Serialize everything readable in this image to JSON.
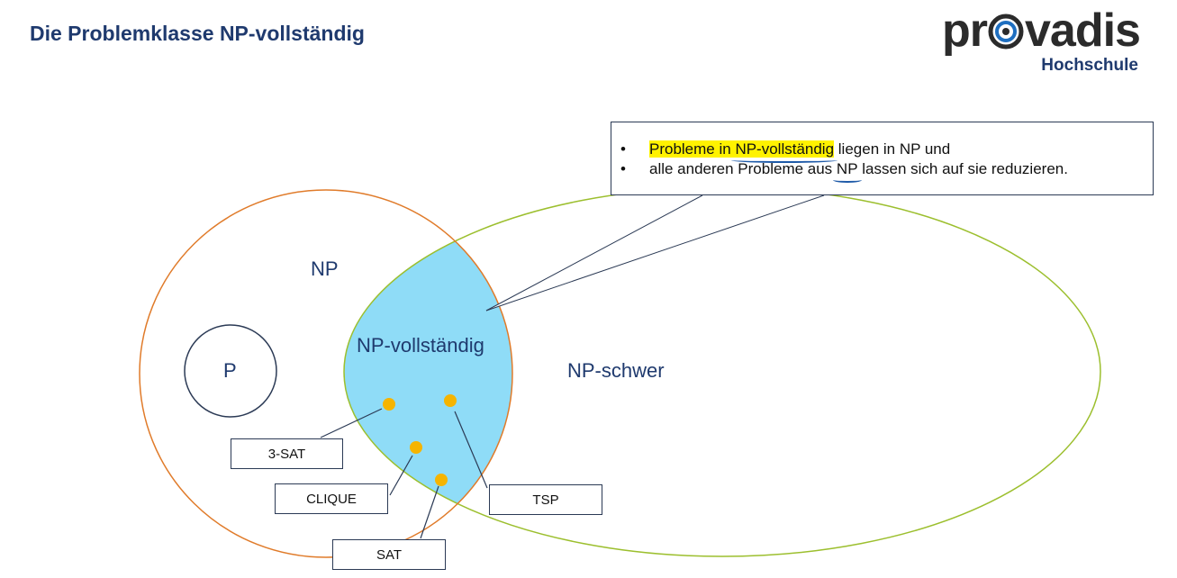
{
  "title": "Die Problemklasse NP-vollständig",
  "logo": {
    "word_left": "pr",
    "word_right": "vadis",
    "subtitle": "Hochschule",
    "color_dark": "#2b2b2b",
    "color_blue": "#1f3a6e"
  },
  "callout": {
    "item1": {
      "highlight_pre": "Probleme in ",
      "highlight_word": "NP-vollständig",
      "rest": " liegen in NP und"
    },
    "item2": {
      "pre": "alle anderen Probleme aus ",
      "underlined": "NP",
      "rest": " lassen sich auf sie reduzieren."
    }
  },
  "sets": {
    "np": "NP",
    "p": "P",
    "np_complete": "NP-vollständig",
    "np_hard": "NP-schwer"
  },
  "problems": {
    "three_sat": "3-SAT",
    "clique": "CLIQUE",
    "sat": "SAT",
    "tsp": "TSP"
  },
  "colors": {
    "np_circle": "#e07b2a",
    "np_hard_ellipse": "#9cbf2e",
    "np_complete_fill": "#8fdcf7",
    "dot": "#f5b400",
    "title": "#1f3a6e"
  }
}
